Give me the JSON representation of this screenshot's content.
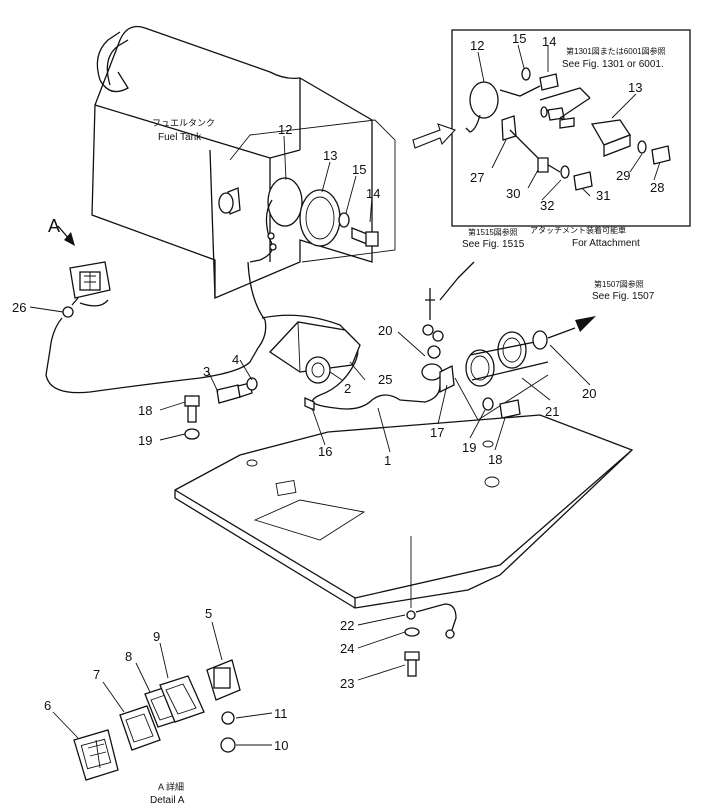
{
  "labels": {
    "fuel_tank_jp": "フュエルタンク",
    "fuel_tank_en": "Fuel Tank",
    "ref_1301_jp": "第1301図または6001図参照",
    "ref_1301_en": "See Fig. 1301 or 6001.",
    "ref_1515_jp": "第1515図参照",
    "ref_1515_en": "See Fig. 1515",
    "ref_1507_jp": "第1507図参照",
    "ref_1507_en": "See Fig. 1507",
    "attach_jp": "アタッチメント装着可能車",
    "attach_en": "For Attachment",
    "detail_jp": "A 詳細",
    "detail_en": "Detail A",
    "view_letter": "A"
  },
  "part_numbers": {
    "p1": "1",
    "p2": "2",
    "p3": "3",
    "p4": "4",
    "p5": "5",
    "p6": "6",
    "p7": "7",
    "p8": "8",
    "p9": "9",
    "p10": "10",
    "p11": "11",
    "p12a": "12",
    "p12b": "12",
    "p13a": "13",
    "p13b": "13",
    "p14a": "14",
    "p14b": "14",
    "p15a": "15",
    "p15b": "15",
    "p16": "16",
    "p17": "17",
    "p18a": "18",
    "p18b": "18",
    "p19a": "19",
    "p19b": "19",
    "p20a": "20",
    "p20b": "20",
    "p21": "21",
    "p22": "22",
    "p23": "23",
    "p24": "24",
    "p25": "25",
    "p26": "26",
    "p27": "27",
    "p28": "28",
    "p29": "29",
    "p30": "30",
    "p31": "31",
    "p32": "32"
  }
}
